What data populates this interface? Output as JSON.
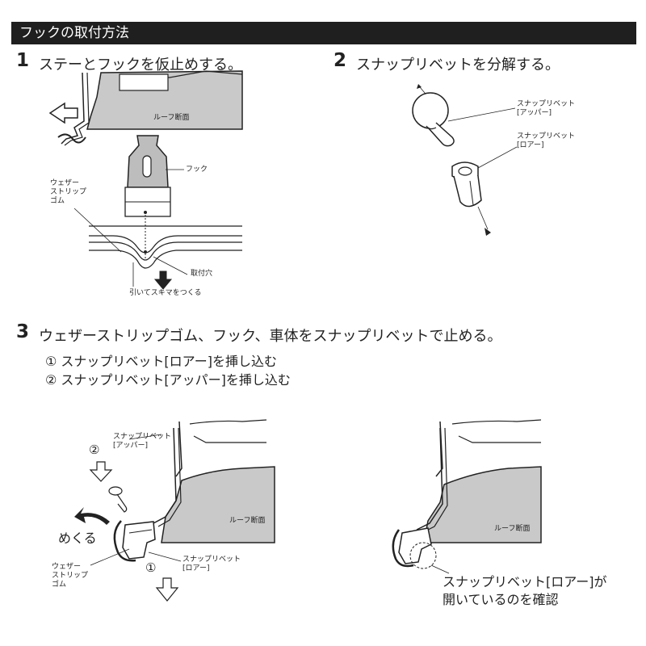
{
  "header": {
    "title": "フックの取付方法"
  },
  "steps": [
    {
      "num": "1",
      "text": "ステーとフックを仮止めする。"
    },
    {
      "num": "2",
      "text": "スナップリベットを分解する。"
    },
    {
      "num": "3",
      "text": "ウェザーストリップゴム、フック、車体をスナップリベットで止める。",
      "substeps": [
        "① スナップリベット[ロアー]を挿し込む",
        "② スナップリベット[アッパー]を挿し込む"
      ]
    }
  ],
  "fig1": {
    "roof_label": "ルーフ断面",
    "hook_label": "フック",
    "weather_label": [
      "ウェザー",
      "ストリップ",
      "ゴム"
    ],
    "hole_label": "取付穴",
    "pull_label": "引いてスキマをつくる"
  },
  "fig2": {
    "upper_label": [
      "スナップリベット",
      "[アッパー]"
    ],
    "lower_label": [
      "スナップリベット",
      "[ロアー]"
    ]
  },
  "fig3": {
    "upper_label": [
      "スナップリベット",
      "[アッパー]"
    ],
    "circle2": "②",
    "circle1": "①",
    "roof_label": "ルーフ断面",
    "flip_label": "めくる",
    "weather_label": [
      "ウェザー",
      "ストリップ",
      "ゴム"
    ],
    "lower_label": [
      "スナップリベット",
      "[ロアー]"
    ]
  },
  "fig4": {
    "roof_label": "ルーフ断面",
    "confirm_label": [
      "スナップリベット[ロアー]が",
      "開いているのを確認"
    ]
  }
}
